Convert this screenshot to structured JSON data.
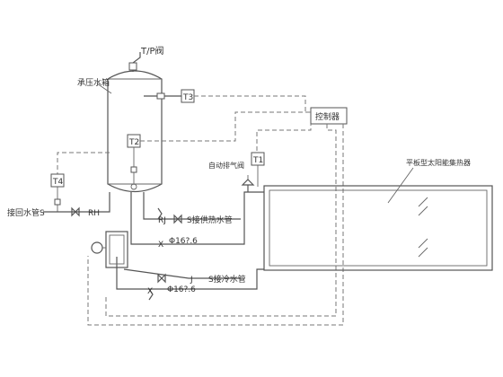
{
  "labels": {
    "tp_valve": "T/P阀",
    "tank": "承压水箱",
    "controller": "控制器",
    "t1": "T1",
    "t2": "T2",
    "t3": "T3",
    "t4": "T4",
    "air_vent": "自动排气阀",
    "collector": "平板型太阳能集热器",
    "return_pipe": "接回水管S",
    "rh": "RH",
    "rj": "RJ",
    "hot_supply": "S接供热水管",
    "j": "J",
    "cold_supply": "S接冷水管",
    "pipe_upper": "Φ16?.6",
    "pipe_lower": "Φ16?.6",
    "x_upper": "X",
    "x_lower": "X"
  }
}
